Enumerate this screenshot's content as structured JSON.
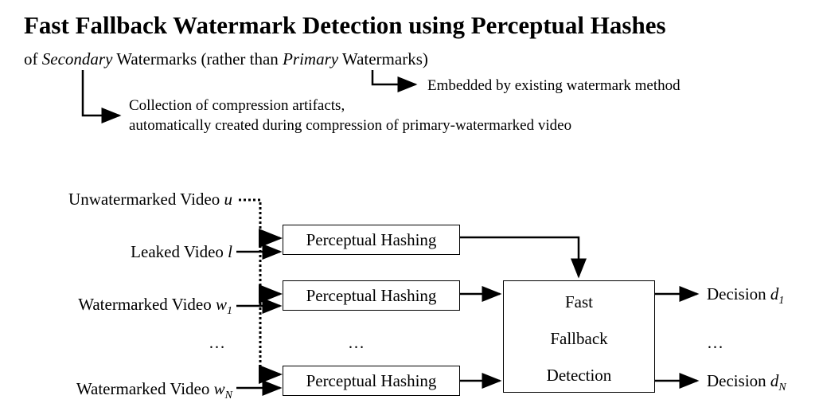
{
  "title": "Fast Fallback Watermark Detection using Perceptual Hashes",
  "subtitle": {
    "part1": "of ",
    "secondary": "Secondary",
    "part2": " Watermarks (rather than ",
    "primary": "Primary",
    "part3": " Watermarks)"
  },
  "notes": {
    "primary_note": "Embedded by existing watermark method",
    "secondary_note_line1": "Collection of compression artifacts,",
    "secondary_note_line2": "automatically created during compression of primary-watermarked video"
  },
  "inputs": {
    "unwatermarked": {
      "text": "Unwatermarked Video ",
      "var": "u"
    },
    "leaked": {
      "text": "Leaked Video ",
      "var": "l"
    },
    "wm1": {
      "text": "Watermarked Video ",
      "var": "w",
      "sub": "1"
    },
    "ellipsis": "…",
    "wmN": {
      "text": "Watermarked Video ",
      "var": "w",
      "sub": "N"
    }
  },
  "boxes": {
    "hash_label": "Perceptual Hashing",
    "middle_ellipsis": "…"
  },
  "detector": {
    "line1": "Fast",
    "line2": "Fallback",
    "line3": "Detection"
  },
  "outputs": {
    "d1": {
      "text": "Decision ",
      "var": "d",
      "sub": "1"
    },
    "ellipsis": "…",
    "dN": {
      "text": "Decision ",
      "var": "d",
      "sub": "N"
    }
  }
}
